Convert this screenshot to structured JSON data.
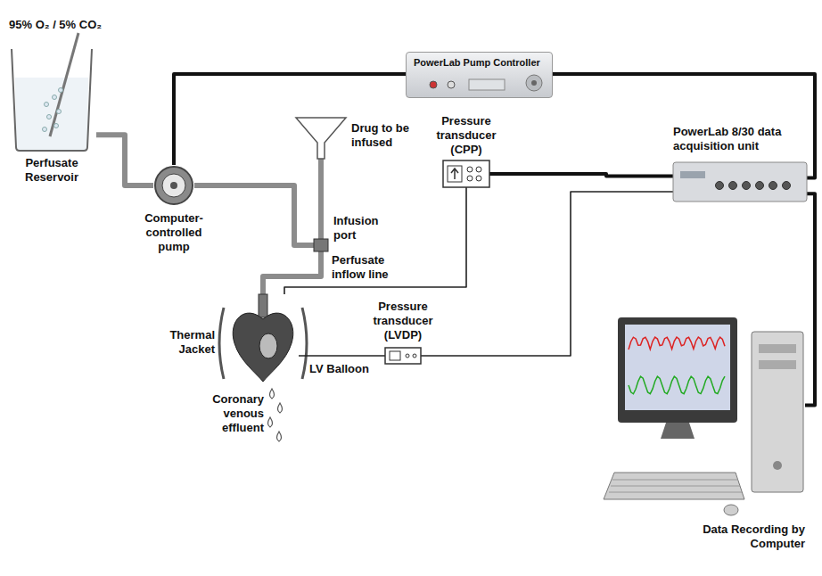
{
  "diagram": {
    "nodes": [
      {
        "text": [
          "PowerLab Pump Controller"
        ]
      },
      {
        "text": [
          "Perfusate Reservoir"
        ]
      },
      {
        "text": [
          "Drug to be infused"
        ]
      },
      {
        "text": [
          "Pressure transducer (CPP)"
        ]
      },
      {
        "text": [
          "PowerLab 8/30 data acquisition unit"
        ]
      },
      {
        "text": [
          "Computer-controlled pump"
        ]
      },
      {
        "text": [
          "Infusion port"
        ]
      },
      {
        "text": [
          "Pressure transducer (LVDP)"
        ]
      },
      {
        "text": [
          "LV Balloon"
        ]
      },
      {
        "text": [
          "Data Recording by Computer"
        ]
      }
    ],
    "edges": [
      {
        "from": 1,
        "to": 5,
        "arrow": "none"
      },
      {
        "from": 0,
        "to": 5,
        "arrow": "none"
      },
      {
        "from": 5,
        "to": 6,
        "arrow": "none"
      },
      {
        "from": 2,
        "to": 6,
        "arrow": "none"
      },
      {
        "from": 6,
        "to": 8,
        "arrow": "none"
      },
      {
        "from": 8,
        "to": 3,
        "arrow": "none"
      },
      {
        "from": 8,
        "to": 7,
        "arrow": "none"
      },
      {
        "from": 0,
        "to": 4,
        "arrow": "none"
      },
      {
        "from": 3,
        "to": 4,
        "arrow": "none"
      },
      {
        "from": 7,
        "to": 4,
        "arrow": "none"
      },
      {
        "from": 4,
        "to": 9,
        "arrow": "none"
      }
    ],
    "labels": [
      "95% O₂ / 5% CO₂",
      "Perfusate inflow line",
      "Thermal Jacket",
      "Coronary venous effluent"
    ]
  }
}
